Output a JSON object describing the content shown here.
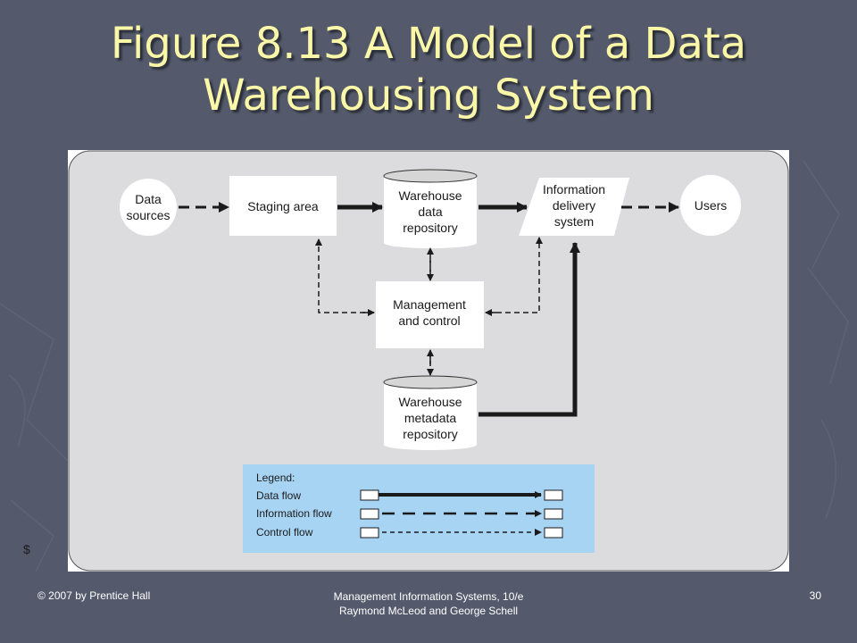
{
  "slide": {
    "title_line1": "Figure 8.13 A Model of a Data",
    "title_line2": "Warehousing System"
  },
  "diagram": {
    "nodes": {
      "data_sources": [
        "Data",
        "sources"
      ],
      "staging_area": "Staging area",
      "warehouse_repository": [
        "Warehouse",
        "data",
        "repository"
      ],
      "info_delivery": [
        "Information",
        "delivery",
        "system"
      ],
      "users": "Users",
      "management": [
        "Management",
        "and control"
      ],
      "metadata_repository": [
        "Warehouse",
        "metadata",
        "repository"
      ]
    },
    "legend": {
      "title": "Legend:",
      "items": [
        "Data flow",
        "Information flow",
        "Control flow"
      ]
    }
  },
  "footer": {
    "left": "© 2007 by Prentice Hall",
    "center_line1": "Management Information Systems, 10/e",
    "center_line2": "Raymond McLeod and George Schell",
    "page_number": "30"
  },
  "colors": {
    "title": "#fbf7a8",
    "background": "#545a6b",
    "diagram_panel": "#dcdcde",
    "legend_box": "#a8d4f4"
  }
}
